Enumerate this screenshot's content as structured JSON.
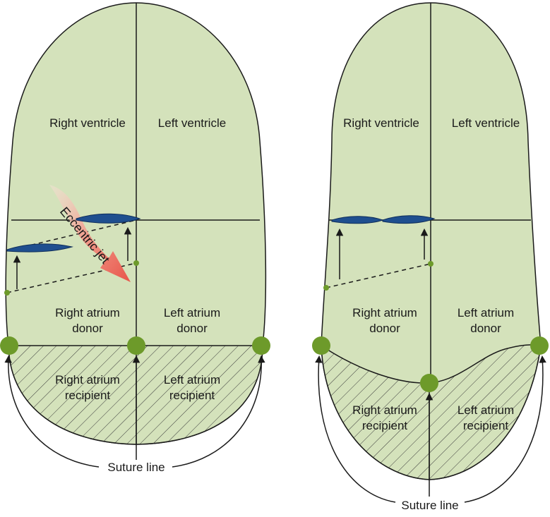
{
  "colors": {
    "heart_fill": "#d4e2bb",
    "outline": "#1a1a1a",
    "valve": "#1f4f8f",
    "node": "#6d9a2a",
    "jet_start": "#f6c7bd",
    "jet_end": "#e8554a"
  },
  "left_panel": {
    "right_ventricle": "Right ventricle",
    "left_ventricle": "Left ventricle",
    "right_atrium_donor": [
      "Right atrium",
      "donor"
    ],
    "left_atrium_donor": [
      "Left atrium",
      "donor"
    ],
    "right_atrium_recipient": [
      "Right atrium",
      "recipient"
    ],
    "left_atrium_recipient": [
      "Left atrium",
      "recipient"
    ],
    "jet_label": "Eccentric jet",
    "suture_label": "Suture line"
  },
  "right_panel": {
    "right_ventricle": "Right ventricle",
    "left_ventricle": "Left ventricle",
    "right_atrium_donor": [
      "Right atrium",
      "donor"
    ],
    "left_atrium_donor": [
      "Left atrium",
      "donor"
    ],
    "right_atrium_recipient": [
      "Right atrium",
      "recipient"
    ],
    "left_atrium_recipient": [
      "Left atrium",
      "recipient"
    ],
    "suture_label": "Suture line"
  }
}
